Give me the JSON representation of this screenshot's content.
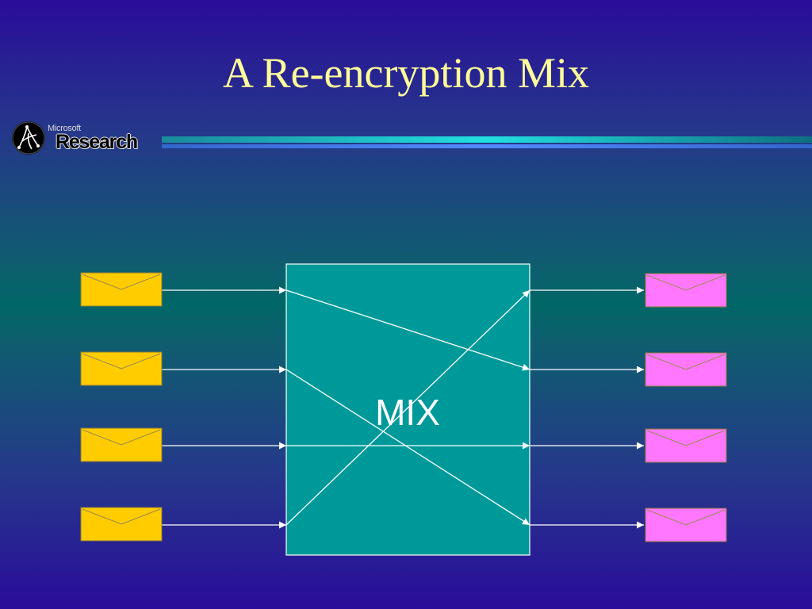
{
  "slide": {
    "title": "A Re-encryption Mix"
  },
  "logo": {
    "company": "Microsoft",
    "division": "Research"
  },
  "diagram": {
    "mix_label": "MIX",
    "inputs": [
      "input-message-1",
      "input-message-2",
      "input-message-3",
      "input-message-4"
    ],
    "outputs": [
      "output-message-1",
      "output-message-2",
      "output-message-3",
      "output-message-4"
    ],
    "permutation": [
      {
        "from": 1,
        "to": 2
      },
      {
        "from": 2,
        "to": 4
      },
      {
        "from": 3,
        "to": 3
      },
      {
        "from": 4,
        "to": 1
      }
    ],
    "colors": {
      "input_envelope": "#ffcc00",
      "output_envelope": "#ff77ff",
      "mix_box": "#009999",
      "arrows": "#ffffff",
      "title": "#ffff99",
      "mix_text": "#ffffff"
    }
  }
}
